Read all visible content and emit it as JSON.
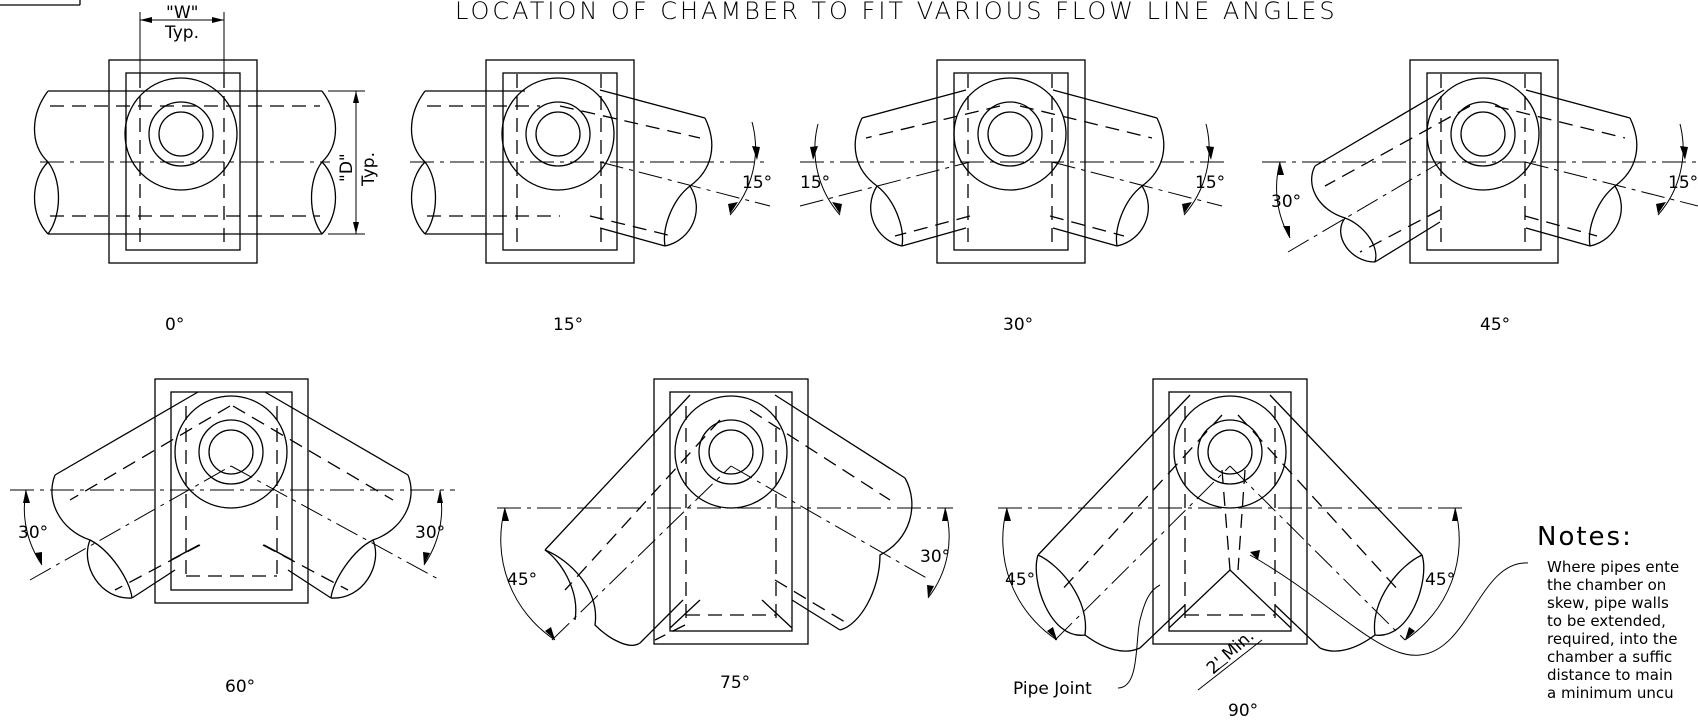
{
  "title": "LOCATION OF CHAMBER TO FIT VARIOUS FLOW LINE ANGLES",
  "dimensions": {
    "width_label": "\"W\"",
    "width_typ": "Typ.",
    "depth_label": "\"D\"",
    "depth_typ": "Typ.",
    "min_label": "2' Min."
  },
  "details": [
    {
      "caption": "0°",
      "angles": []
    },
    {
      "caption": "15°",
      "angles": [
        "15°"
      ]
    },
    {
      "caption": "30°",
      "angles": [
        "15°",
        "15°"
      ]
    },
    {
      "caption": "45°",
      "angles": [
        "30°",
        "15°"
      ]
    },
    {
      "caption": "60°",
      "angles": [
        "30°",
        "30°"
      ]
    },
    {
      "caption": "75°",
      "angles": [
        "45°",
        "30°"
      ]
    },
    {
      "caption": "90°",
      "angles": [
        "45°",
        "45°"
      ]
    }
  ],
  "callouts": {
    "pipe_joint": "Pipe Joint"
  },
  "notes": {
    "heading": "Notes:",
    "lines": [
      "Where pipes ente",
      "the chamber on",
      "skew, pipe walls",
      "to be extended,",
      "required, into the",
      "chamber a suffic",
      "distance to main",
      "a minimum uncu"
    ]
  }
}
